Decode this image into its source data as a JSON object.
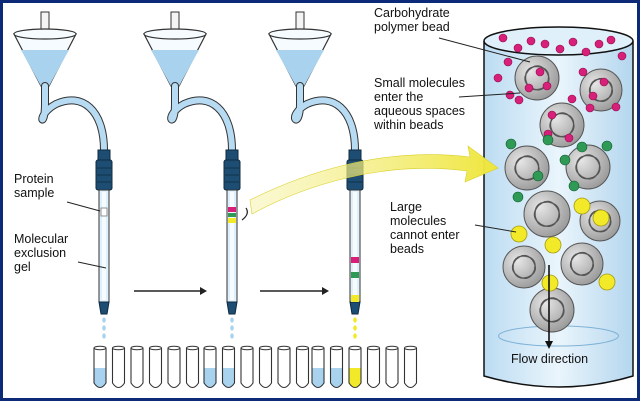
{
  "labels": {
    "protein_sample": "Protein\nsample",
    "molecular_exclusion_gel": "Molecular\nexclusion\ngel",
    "carbohydrate_bead": "Carbohydrate\npolymer bead",
    "small_molecules": "Small molecules\nenter the\naqueous spaces\nwithin beads",
    "large_molecules": "Large\nmolecules\ncannot enter\nbeads",
    "flow_direction": "Flow direction"
  },
  "colors": {
    "frame": "#0d2a78",
    "liquid": "#a9d2ee",
    "column_fill": "#d9ecf8",
    "cap": "#1d4d73",
    "large_molecule": "#f2ea28",
    "medium_molecule": "#2e9a56",
    "small_molecule": "#d8207a",
    "bead": "#bdbdbd",
    "highlight_arrow": "#f3ec56"
  }
}
